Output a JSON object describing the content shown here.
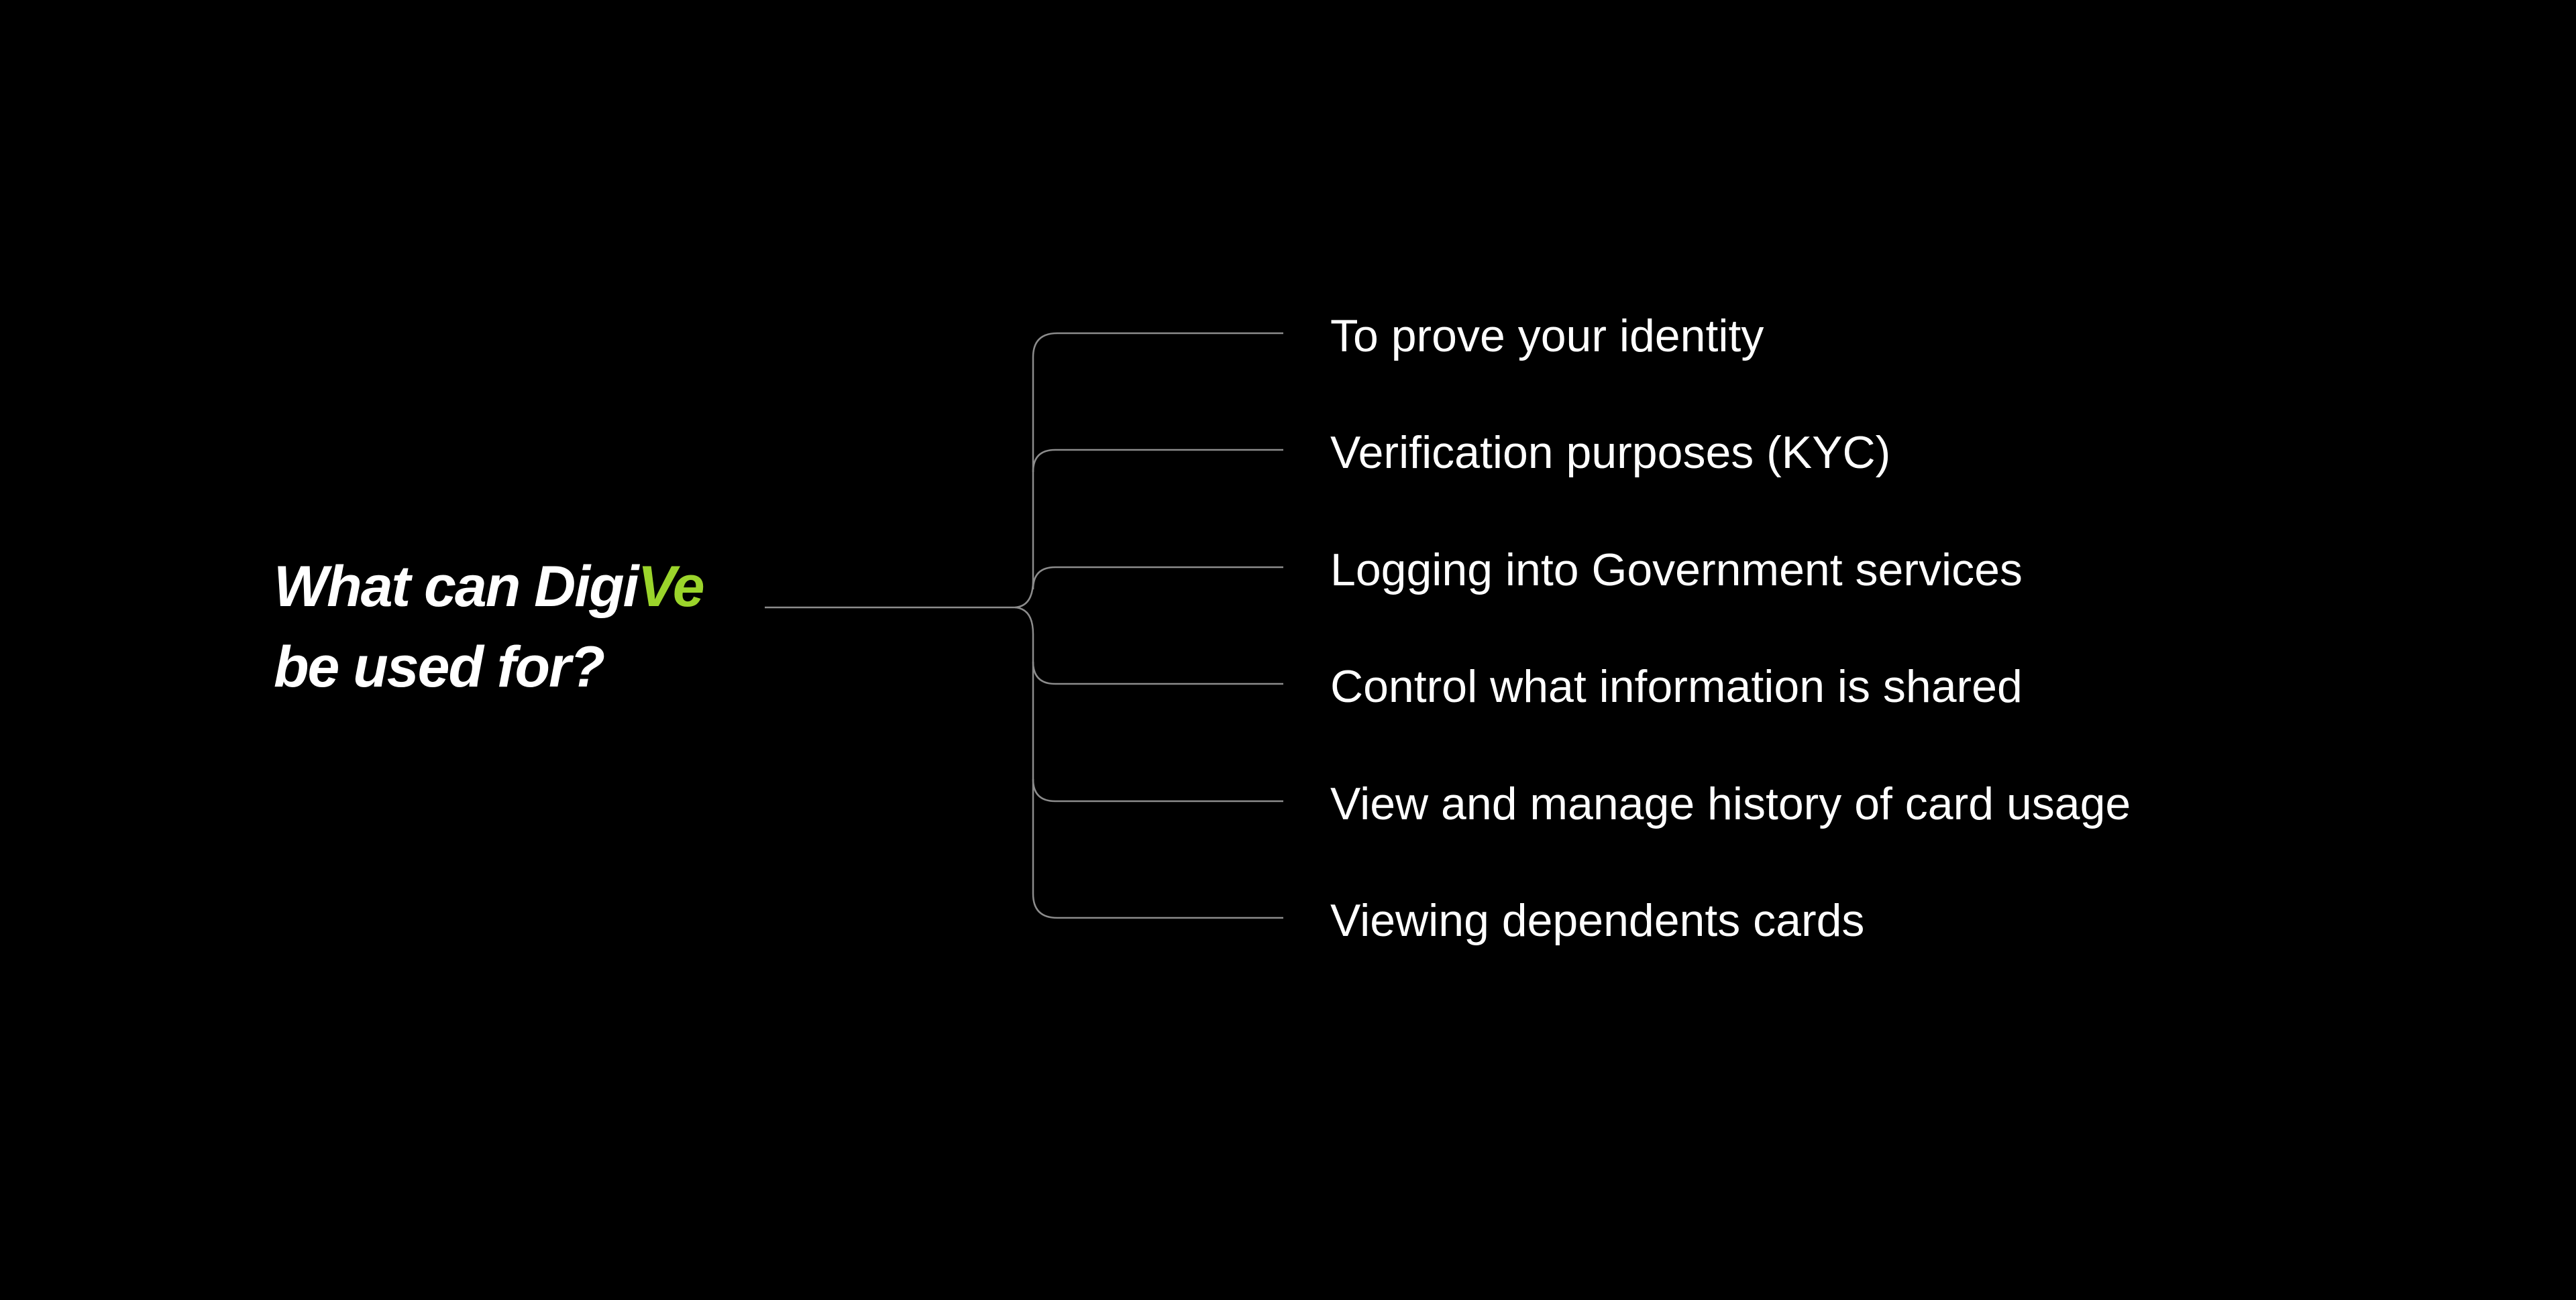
{
  "colors": {
    "background": "#000000",
    "text": "#FFFFFF",
    "accent_green": "#9BD42B",
    "connector": "#8C8C8C"
  },
  "root": {
    "title_part1": "What can Digi",
    "title_accent": "Ve",
    "title_line2": "be used for?"
  },
  "branches": [
    {
      "label": "To prove your identity"
    },
    {
      "label": "Verification purposes (KYC)"
    },
    {
      "label": "Logging into Government services"
    },
    {
      "label": "Control what information is shared"
    },
    {
      "label": "View and manage history of card usage"
    },
    {
      "label": "Viewing dependents cards"
    }
  ]
}
